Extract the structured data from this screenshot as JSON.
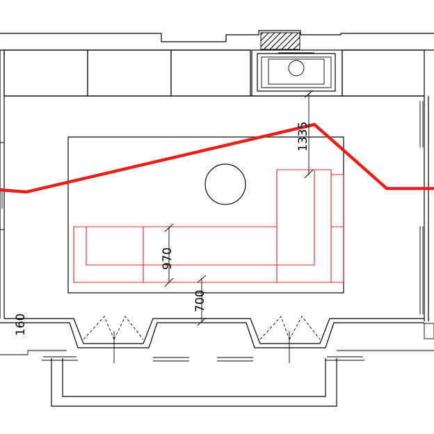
{
  "dimensions": {
    "d1335": "1335",
    "d970": "970",
    "d700": "700",
    "d160": "160"
  },
  "colors": {
    "line": "#000000",
    "accent": "#e8201c"
  },
  "icons": [
    "fireplace-hatch-icon",
    "door-swing-icon"
  ]
}
